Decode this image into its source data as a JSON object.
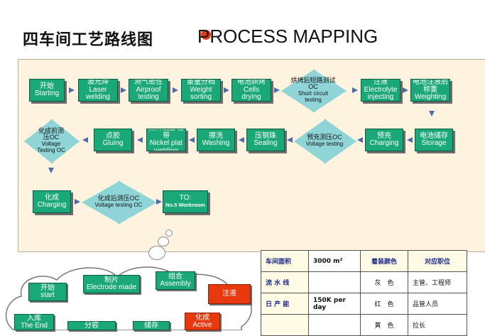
{
  "title": {
    "cn": "四车间工艺路线图",
    "en": "PROCESS MAPPING"
  },
  "flow": {
    "row1": [
      {
        "cn": "开始",
        "en": "Starting"
      },
      {
        "cn": "激光焊",
        "en": "Laser welding"
      },
      {
        "cn": "测气密性",
        "en": "Airproof testing"
      },
      {
        "cn": "重量分档",
        "en": "Weight sorting"
      },
      {
        "cn": "电池烘烤",
        "en": "Cells drying"
      },
      {
        "cn": "烘烤后短路测试OC",
        "en": "Short circuit testing"
      },
      {
        "cn": "注液",
        "en": "Electrolyte injecting"
      },
      {
        "cn": "电池注液后称重",
        "en": "Weighting"
      }
    ],
    "row2": [
      {
        "cn": "化成前测压OC",
        "en": "Voltage Testing OC"
      },
      {
        "cn": "点胶",
        "en": "Gluing"
      },
      {
        "cn": "点焊底部镍带",
        "en": "Nickel plat welding"
      },
      {
        "cn": "擦洗",
        "en": "Washing"
      },
      {
        "cn": "压钢珠",
        "en": "Sealing"
      },
      {
        "cn": "预充测压OC",
        "en": "Voltage testing"
      },
      {
        "cn": "预充",
        "en": "Charging"
      },
      {
        "cn": "电池储存",
        "en": "Storage"
      }
    ],
    "row3": [
      {
        "cn": "化成",
        "en": "Charging"
      },
      {
        "cn": "化成后测压OC",
        "en": "Voltage testing OC"
      },
      {
        "cn": "TO:",
        "en": "No.5 Workroom"
      }
    ]
  },
  "cloud": {
    "start": {
      "cn": "开始",
      "en": "start"
    },
    "electrode": {
      "cn": "制片",
      "en": "Electrode made"
    },
    "assembly": {
      "cn": "组合",
      "en": "Assembly"
    },
    "inject": {
      "cn": "注液"
    },
    "end": {
      "cn": "入库",
      "en": "The End"
    },
    "sorting": {
      "cn": "分容"
    },
    "storage": {
      "cn": "储存"
    },
    "active": {
      "cn": "化成",
      "en": "Active"
    }
  },
  "table": {
    "rows": [
      {
        "label": "车间面积",
        "value": "3000 m²",
        "col": "着装颜色",
        "pos": "对应职位"
      },
      {
        "label": "流 水 线",
        "value": "",
        "col": "灰　色",
        "pos": "主管、工程师"
      },
      {
        "label": "日 产 能",
        "value": "150K per day",
        "col": "红　色",
        "pos": "品管人员"
      },
      {
        "label": "",
        "value": "",
        "col": "黄　色",
        "pos": "拉长"
      }
    ]
  },
  "colors": {
    "node": "#1aa878",
    "diamond": "#8fd5d8",
    "accent": "#e8380d",
    "panel": "#fdf3de"
  }
}
